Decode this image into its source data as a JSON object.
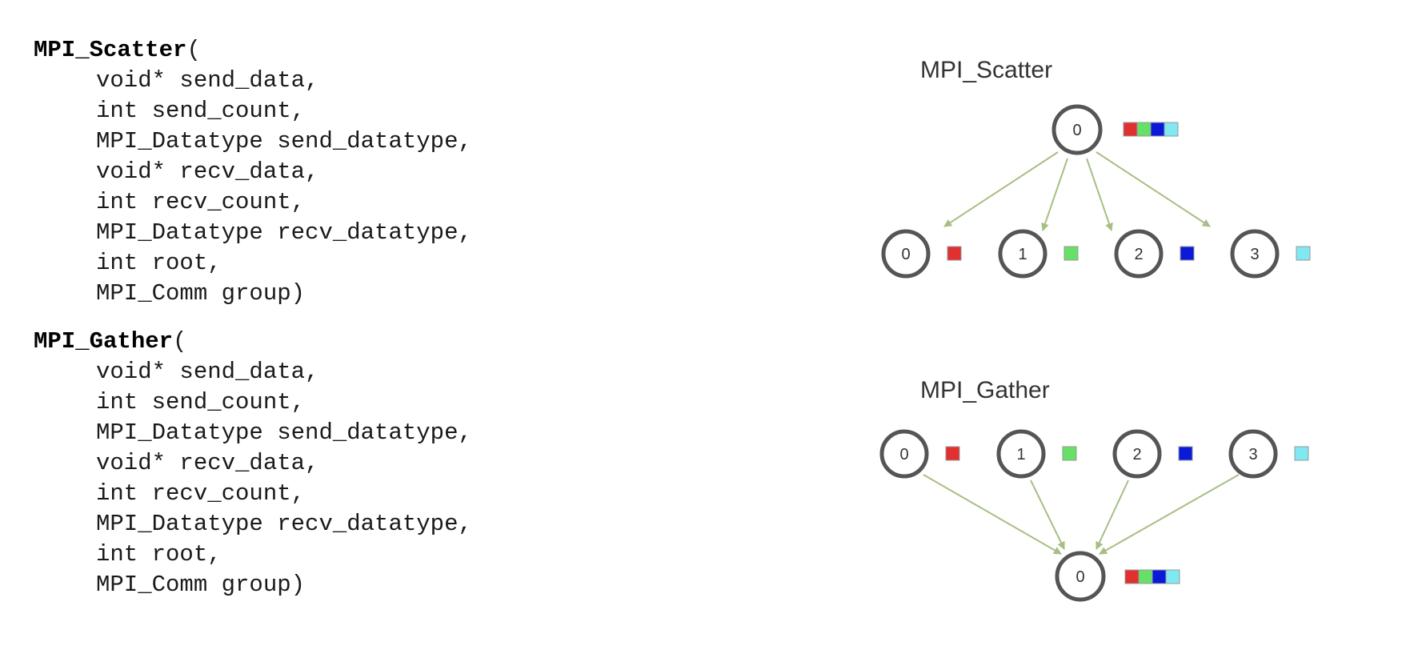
{
  "scatter": {
    "fn_name": "MPI_Scatter",
    "paren": "(",
    "params": [
      "void* send_data,",
      "int send_count,",
      "MPI_Datatype send_datatype,",
      "void* recv_data,",
      "int recv_count,",
      "MPI_Datatype recv_datatype,",
      "int root,",
      "MPI_Comm group)"
    ]
  },
  "gather": {
    "fn_name": "MPI_Gather",
    "paren": "(",
    "params": [
      "void* send_data,",
      "int send_count,",
      "MPI_Datatype send_datatype,",
      "void* recv_data,",
      "int recv_count,",
      "MPI_Datatype recv_datatype,",
      "int root,",
      "MPI_Comm group)"
    ]
  },
  "diagrams": {
    "scatter_title": "MPI_Scatter",
    "gather_title": "MPI_Gather",
    "root_label": "0",
    "rank_labels": [
      "0",
      "1",
      "2",
      "3"
    ]
  },
  "colors": {
    "red": "#e03030",
    "green": "#66e066",
    "blue": "#0a1ad8",
    "cyan": "#80e8f0",
    "arrow": "#a8be84",
    "node_stroke": "#555555"
  }
}
